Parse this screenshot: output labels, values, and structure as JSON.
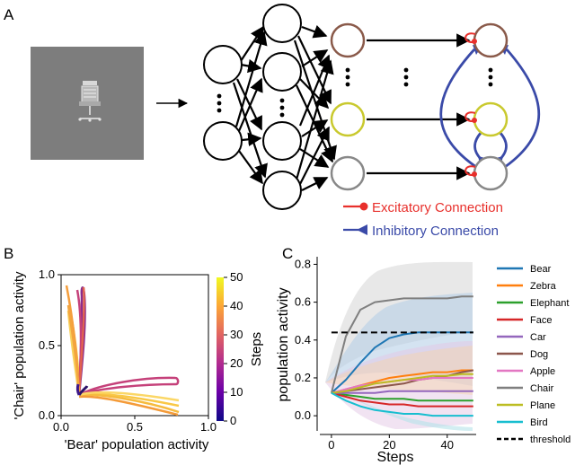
{
  "panels": {
    "a": "A",
    "b": "B",
    "c": "C"
  },
  "network": {
    "excitatory_label": "Excitatory Connection",
    "inhibitory_label": "Inhibitory Connection",
    "output_unit_colors": [
      "#8a5a4a",
      "#c9c92e",
      "#888888"
    ],
    "excitatory_color": "#e8302c",
    "inhibitory_color": "#3a4aa8"
  },
  "chart_b": {
    "type": "line",
    "xlabel": "'Bear' population activity",
    "ylabel": "'Chair' population activity",
    "xlim": [
      0,
      1.0
    ],
    "ylim": [
      0,
      1.0
    ],
    "x_ticks": [
      "0.0",
      "0.5",
      "1.0"
    ],
    "y_ticks": [
      "0.0",
      "0.5",
      "1.0"
    ],
    "colorbar": {
      "label": "Steps",
      "range": [
        0,
        50
      ],
      "ticks": [
        "0",
        "10",
        "20",
        "30",
        "40",
        "50"
      ]
    }
  },
  "chart_data": {
    "type": "line",
    "xlabel": "Steps",
    "ylabel": "population activity",
    "xlim": [
      -4,
      50
    ],
    "ylim": [
      -0.08,
      0.84
    ],
    "x_ticks": [
      "0",
      "20",
      "40"
    ],
    "y_ticks": [
      "0.0",
      "0.2",
      "0.4",
      "0.6",
      "0.8"
    ],
    "x": [
      0,
      5,
      10,
      15,
      20,
      25,
      30,
      35,
      40,
      45,
      49
    ],
    "threshold": 0.44,
    "series": [
      {
        "name": "Bear",
        "color": "#1f77b4",
        "values": [
          0.12,
          0.19,
          0.28,
          0.36,
          0.41,
          0.43,
          0.44,
          0.44,
          0.44,
          0.44,
          0.44
        ]
      },
      {
        "name": "Zebra",
        "color": "#ff7f0e",
        "values": [
          0.12,
          0.14,
          0.16,
          0.18,
          0.2,
          0.21,
          0.22,
          0.23,
          0.23,
          0.24,
          0.24
        ]
      },
      {
        "name": "Elephant",
        "color": "#2ca02c",
        "values": [
          0.12,
          0.11,
          0.1,
          0.09,
          0.09,
          0.09,
          0.08,
          0.08,
          0.08,
          0.08,
          0.08
        ]
      },
      {
        "name": "Face",
        "color": "#d62728",
        "values": [
          0.12,
          0.1,
          0.08,
          0.07,
          0.06,
          0.06,
          0.05,
          0.05,
          0.05,
          0.05,
          0.05
        ]
      },
      {
        "name": "Car",
        "color": "#9467bd",
        "values": [
          0.12,
          0.12,
          0.12,
          0.12,
          0.13,
          0.13,
          0.13,
          0.13,
          0.13,
          0.13,
          0.13
        ]
      },
      {
        "name": "Dog",
        "color": "#8c564b",
        "values": [
          0.12,
          0.13,
          0.14,
          0.15,
          0.16,
          0.17,
          0.19,
          0.2,
          0.21,
          0.23,
          0.24
        ]
      },
      {
        "name": "Apple",
        "color": "#e377c2",
        "values": [
          0.12,
          0.14,
          0.16,
          0.17,
          0.18,
          0.19,
          0.19,
          0.2,
          0.2,
          0.2,
          0.2
        ]
      },
      {
        "name": "Chair",
        "color": "#7f7f7f",
        "values": [
          0.12,
          0.42,
          0.56,
          0.6,
          0.61,
          0.62,
          0.62,
          0.62,
          0.62,
          0.63,
          0.63
        ]
      },
      {
        "name": "Plane",
        "color": "#bcbd22",
        "values": [
          0.12,
          0.13,
          0.15,
          0.17,
          0.18,
          0.19,
          0.2,
          0.21,
          0.21,
          0.22,
          0.22
        ]
      },
      {
        "name": "Bird",
        "color": "#17becf",
        "values": [
          0.12,
          0.08,
          0.05,
          0.03,
          0.02,
          0.01,
          0.01,
          0.0,
          0.0,
          0.0,
          0.0
        ]
      }
    ],
    "threshold_label": "threshold"
  }
}
